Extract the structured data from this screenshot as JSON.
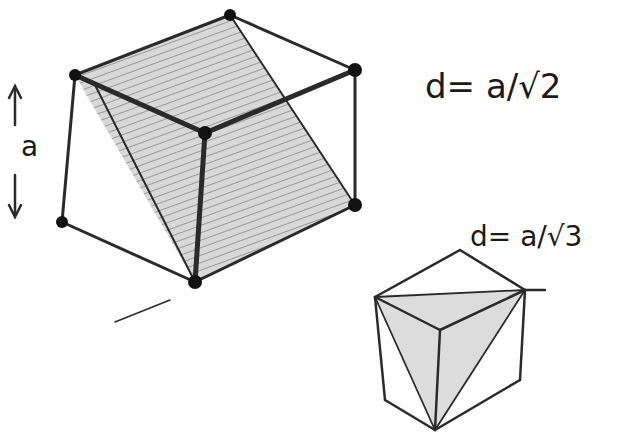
{
  "diagram": {
    "labels": [
      "a",
      "d= a/√2",
      "d= a/√3"
    ]
  }
}
